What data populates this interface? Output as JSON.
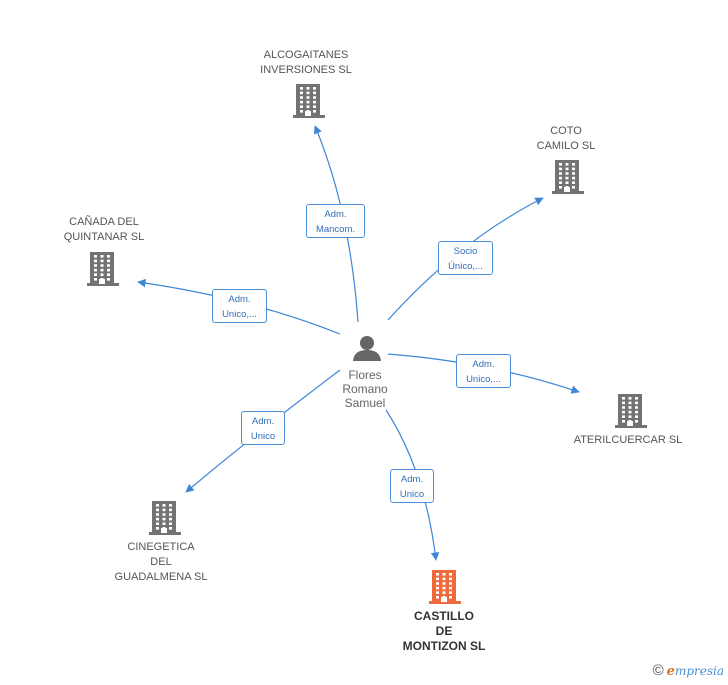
{
  "colors": {
    "edge": "#3d86d6",
    "building": "#737373",
    "building_main": "#f0693a",
    "person": "#666666"
  },
  "center": {
    "label": "Flores\nRomano\nSamuel",
    "icon": "person-icon"
  },
  "nodes": [
    {
      "id": "alcogaitanes",
      "label": "ALCOGAITANES\nINVERSIONES SL",
      "icon": "building-icon",
      "highlighted": false
    },
    {
      "id": "coto",
      "label": "COTO\nCAMILO SL",
      "icon": "building-icon",
      "highlighted": false
    },
    {
      "id": "canada",
      "label": "CAÑADA DEL\nQUINTANAR SL",
      "icon": "building-icon",
      "highlighted": false
    },
    {
      "id": "aterilcuercar",
      "label": "ATERILCUERCAR SL",
      "icon": "building-icon",
      "highlighted": false
    },
    {
      "id": "cinegetica",
      "label": "CINEGETICA\nDEL\nGUADALMENA SL",
      "icon": "building-icon",
      "highlighted": false
    },
    {
      "id": "castillo",
      "label": "CASTILLO\nDE\nMONTIZON SL",
      "icon": "building-icon",
      "highlighted": true
    }
  ],
  "edges": [
    {
      "to": "alcogaitanes",
      "label": "Adm.\nMancom."
    },
    {
      "to": "coto",
      "label": "Socio\nÚnico,..."
    },
    {
      "to": "canada",
      "label": "Adm.\nUnico,..."
    },
    {
      "to": "aterilcuercar",
      "label": "Adm.\nUnico,..."
    },
    {
      "to": "cinegetica",
      "label": "Adm.\nUnico"
    },
    {
      "to": "castillo",
      "label": "Adm.\nUnico"
    }
  ],
  "footer": {
    "copyright": "©",
    "brand_first": "e",
    "brand_rest": "mpresia"
  }
}
